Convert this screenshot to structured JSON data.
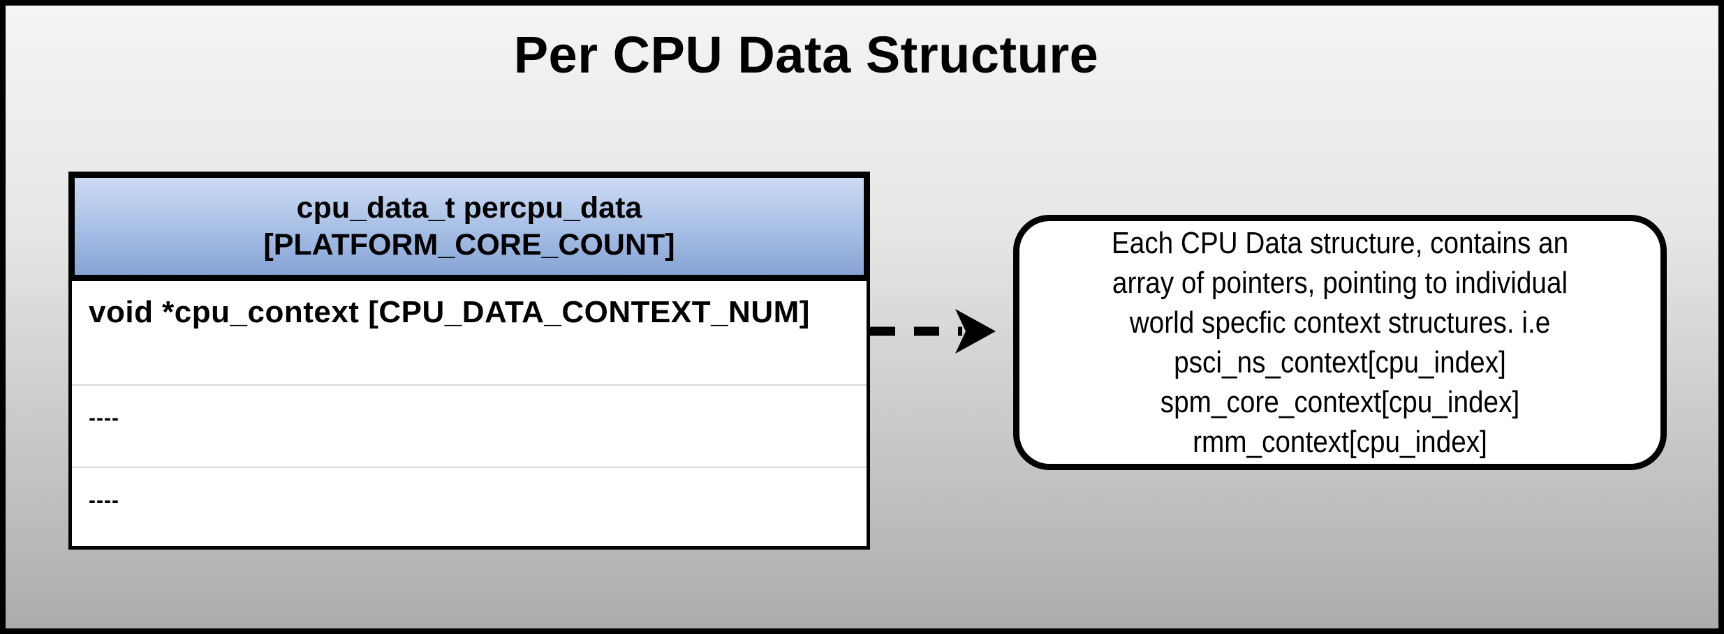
{
  "title": "Per CPU Data Structure",
  "table": {
    "header": {
      "line1": "cpu_data_t percpu_data",
      "line2": "[PLATFORM_CORE_COUNT]"
    },
    "rows": [
      {
        "label": "void *cpu_context [CPU_DATA_CONTEXT_NUM]"
      },
      {
        "label": "----"
      },
      {
        "label": "----"
      }
    ]
  },
  "connector": {
    "type": "dashed-arrow",
    "direction": "right"
  },
  "callout": {
    "lines": [
      "Each CPU Data structure, contains an",
      "array of pointers, pointing to individual",
      "world specfic context structures. i.e",
      "psci_ns_context[cpu_index]",
      "spm_core_context[cpu_index]",
      "rmm_context[cpu_index]"
    ]
  },
  "colors": {
    "canvas_border": "#000000",
    "background_top": "#f4f4f3",
    "background_bottom": "#acacac",
    "header_blue_top": "#ccdaf3",
    "header_blue_bottom": "#87a3d6",
    "row_separator": "#d8d8d8",
    "text": "#000000",
    "callout_background": "#ffffff"
  }
}
